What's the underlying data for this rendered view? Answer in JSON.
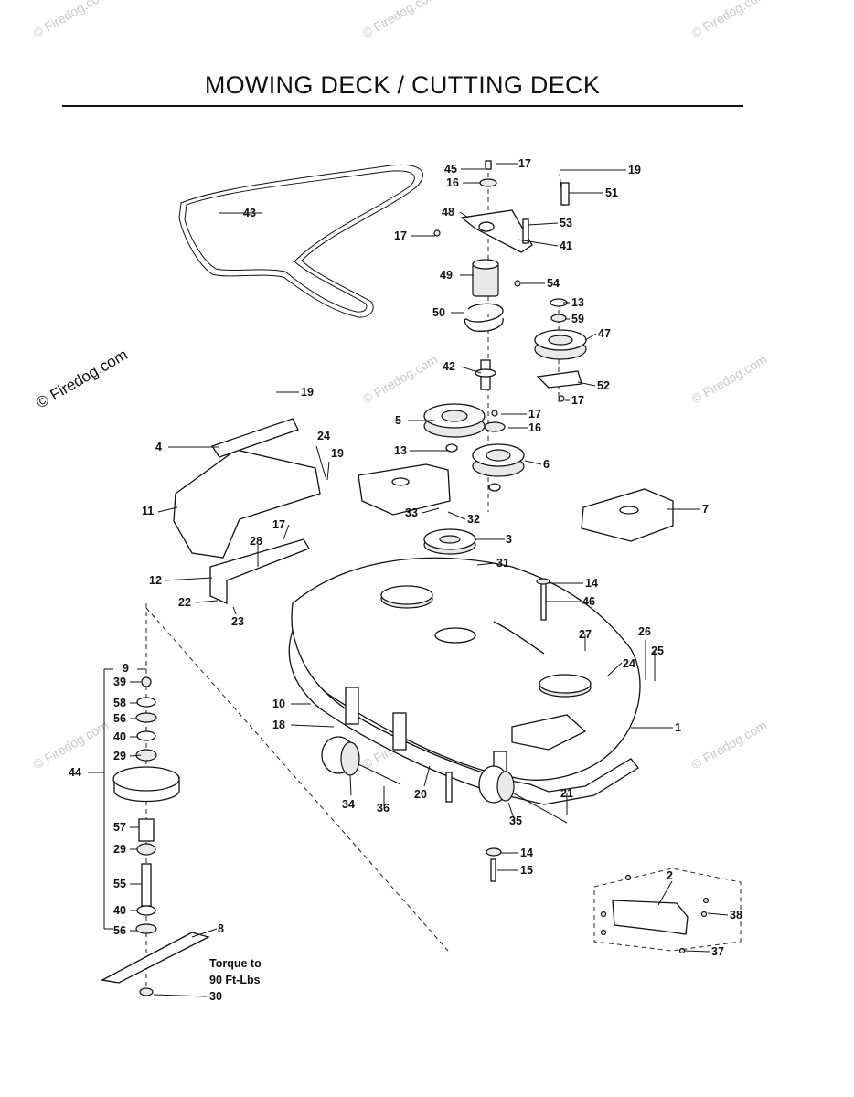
{
  "title": "MOWING DECK / CUTTING DECK",
  "watermark": "© Firedog.com",
  "torque_note": [
    "Torque to",
    "90 Ft-Lbs"
  ],
  "callouts": [
    "1",
    "2",
    "3",
    "4",
    "5",
    "6",
    "7",
    "8",
    "9",
    "10",
    "11",
    "12",
    "13",
    "13",
    "14",
    "14",
    "15",
    "16",
    "16",
    "17",
    "17",
    "17",
    "17",
    "17",
    "18",
    "19",
    "19",
    "19",
    "20",
    "21",
    "22",
    "23",
    "24",
    "24",
    "25",
    "26",
    "27",
    "28",
    "29",
    "29",
    "30",
    "31",
    "32",
    "33",
    "34",
    "35",
    "36",
    "37",
    "38",
    "39",
    "40",
    "40",
    "41",
    "42",
    "43",
    "44",
    "45",
    "46",
    "47",
    "48",
    "49",
    "50",
    "51",
    "52",
    "53",
    "54",
    "55",
    "56",
    "56",
    "57",
    "58",
    "59"
  ]
}
